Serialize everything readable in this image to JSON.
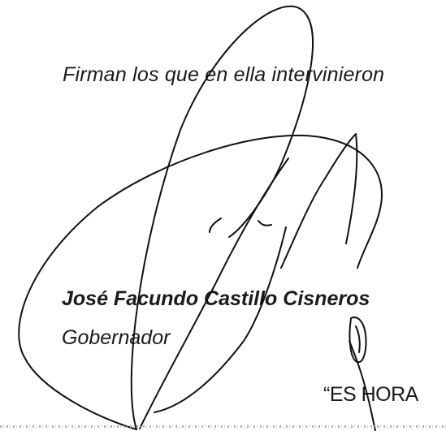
{
  "document": {
    "intro_line": "Firman  los que en ella intervinieron",
    "signer_name": "José Facundo Castillo Cisneros",
    "signer_title": "Gobernador",
    "footer_motto": "“ES HORA"
  },
  "signature": {
    "ink_color": "#111111"
  }
}
